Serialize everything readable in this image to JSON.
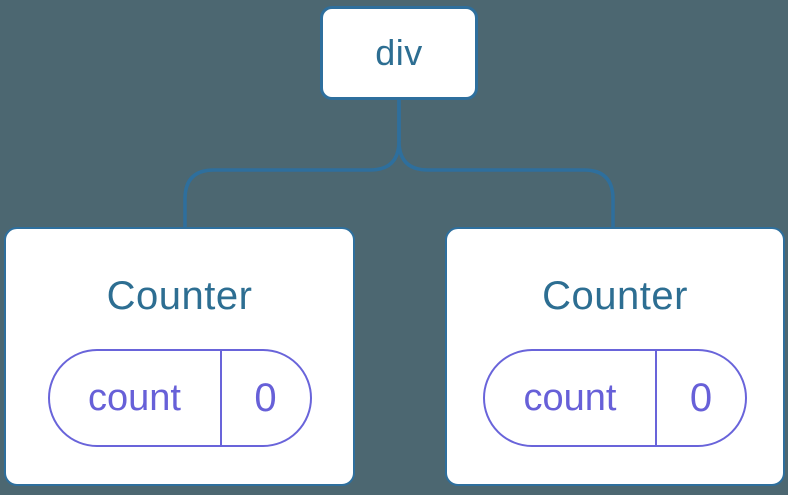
{
  "diagram": {
    "background_color": "#4C6771",
    "connector_color": "#2E6F9D",
    "node_border_color": "#2E6F9D",
    "node_fill_color": "#FFFFFF",
    "label_color": "#2D6E92",
    "state_color": "#6964DA",
    "root": {
      "label": "div"
    },
    "children": [
      {
        "title": "Counter",
        "state": {
          "key": "count",
          "value": "0"
        }
      },
      {
        "title": "Counter",
        "state": {
          "key": "count",
          "value": "0"
        }
      }
    ]
  }
}
